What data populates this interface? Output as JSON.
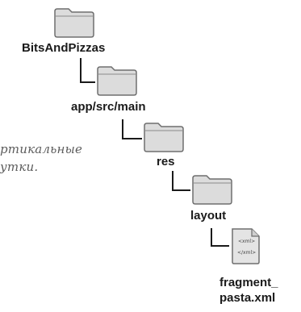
{
  "tree": {
    "root": {
      "label": "BitsAndPizzas",
      "icon": "folder-icon"
    },
    "level1": {
      "label": "app/src/main",
      "icon": "folder-icon"
    },
    "level2": {
      "label": "res",
      "icon": "folder-icon"
    },
    "level3": {
      "label": "layout",
      "icon": "folder-icon"
    },
    "file": {
      "label_line1": "fragment_",
      "label_line2": "pasta.xml",
      "icon": "xml-file-icon",
      "icon_text_open": "<xml>",
      "icon_text_close": "</xml>"
    }
  },
  "annotation": {
    "line1": "ртикальные",
    "line2": "утки."
  },
  "colors": {
    "folder_fill": "#d6d6d6",
    "folder_stroke": "#6e6e6e",
    "connector": "#1a1a1a"
  }
}
